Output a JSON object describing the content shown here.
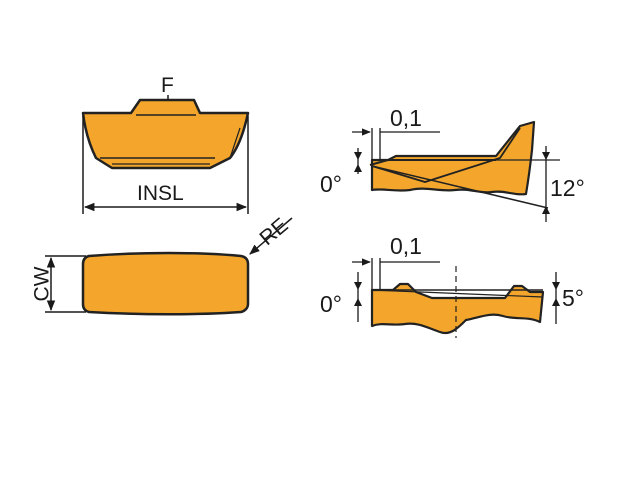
{
  "colors": {
    "insert_fill": "#f3a62b",
    "insert_outline": "#222222",
    "line": "#1a1a1a",
    "background": "#ffffff"
  },
  "labels": {
    "f": "F",
    "insl": "INSL",
    "re": "RE",
    "cw": "CW",
    "top_view_land": "0,1",
    "top_view_rake_zero": "0°",
    "top_view_rake_angle": "12°",
    "side_view_land": "0,1",
    "side_view_rake_zero": "0°",
    "side_view_rake_angle": "5°"
  }
}
